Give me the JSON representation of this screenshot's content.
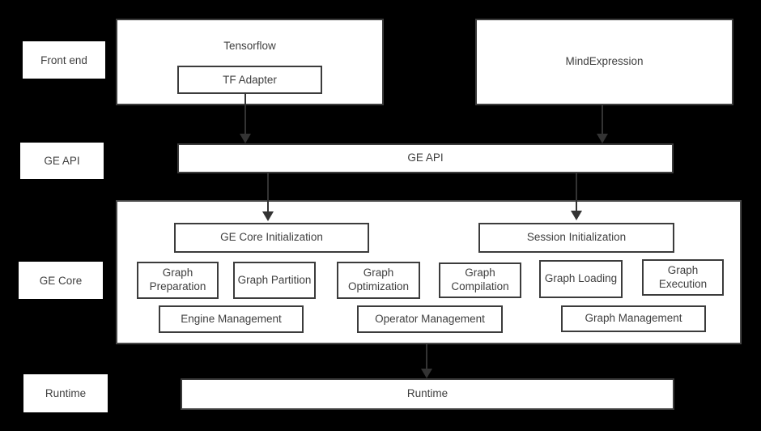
{
  "colors": {
    "background": "#000000",
    "box_fill": "#ffffff",
    "box_border": "#3c3c3c",
    "container_border": "#474747",
    "text": "#3f3f3f",
    "arrow": "#333333"
  },
  "side_labels": {
    "front_end": "Front end",
    "ge_api": "GE API",
    "ge_core": "GE Core",
    "runtime": "Runtime"
  },
  "front_end": {
    "tensorflow": "Tensorflow",
    "tf_adapter": "TF Adapter",
    "mind_expression": "MindExpression"
  },
  "ge_api": {
    "bar": "GE API"
  },
  "ge_core": {
    "init": "GE Core Initialization",
    "session": "Session Initialization",
    "modules": [
      "Graph Preparation",
      "Graph Partition",
      "Graph Optimization",
      "Graph Compilation",
      "Graph Loading",
      "Graph Execution"
    ],
    "management": [
      "Engine Management",
      "Operator Management",
      "Graph Management"
    ]
  },
  "runtime": {
    "bar": "Runtime"
  }
}
